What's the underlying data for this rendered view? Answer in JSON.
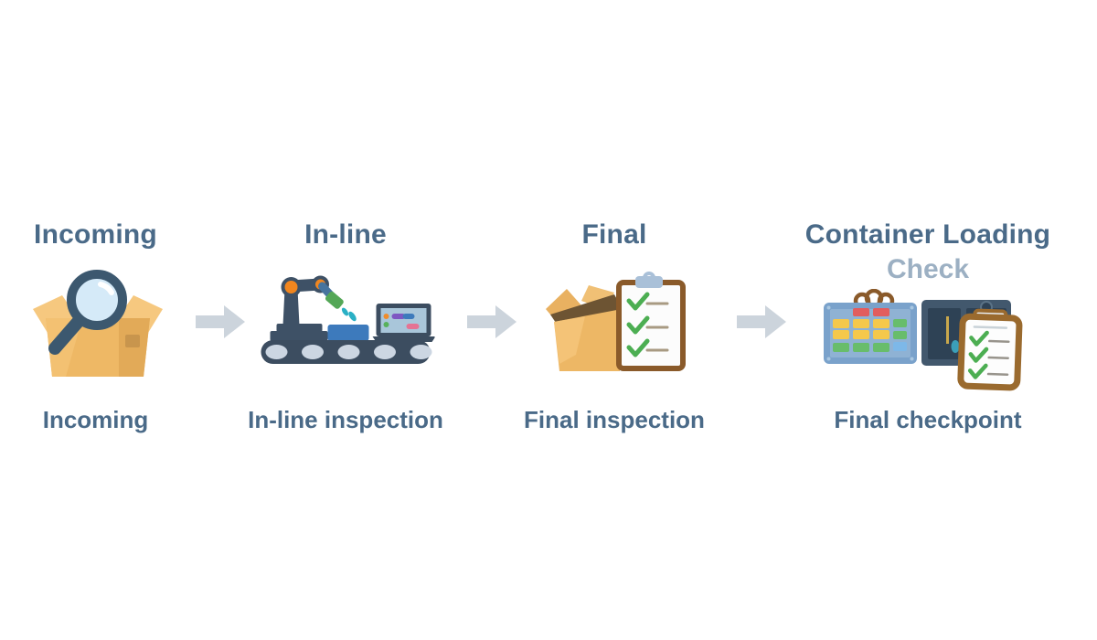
{
  "diagram": {
    "background_color": "#ffffff",
    "title_color": "#4a6a88",
    "subtitle_color": "#9cb0c3",
    "caption_color": "#4a6a88",
    "arrow_color": "#ccd4dc",
    "stages": [
      {
        "title": "Incoming",
        "subtitle": "",
        "caption": "Incoming",
        "icon": "incoming-box-magnifier-icon"
      },
      {
        "title": "In-line",
        "subtitle": "",
        "caption": "In-line inspection",
        "icon": "robot-conveyor-icon"
      },
      {
        "title": "Final",
        "subtitle": "",
        "caption": "Final inspection",
        "icon": "open-box-checklist-icon"
      },
      {
        "title": "Container Loading",
        "subtitle": "Check",
        "caption": "Final checkpoint",
        "icon": "container-checklist-icon"
      }
    ],
    "arrows": [
      {
        "name": "arrow-incoming-to-inline"
      },
      {
        "name": "arrow-inline-to-final"
      },
      {
        "name": "arrow-final-to-container"
      }
    ]
  }
}
